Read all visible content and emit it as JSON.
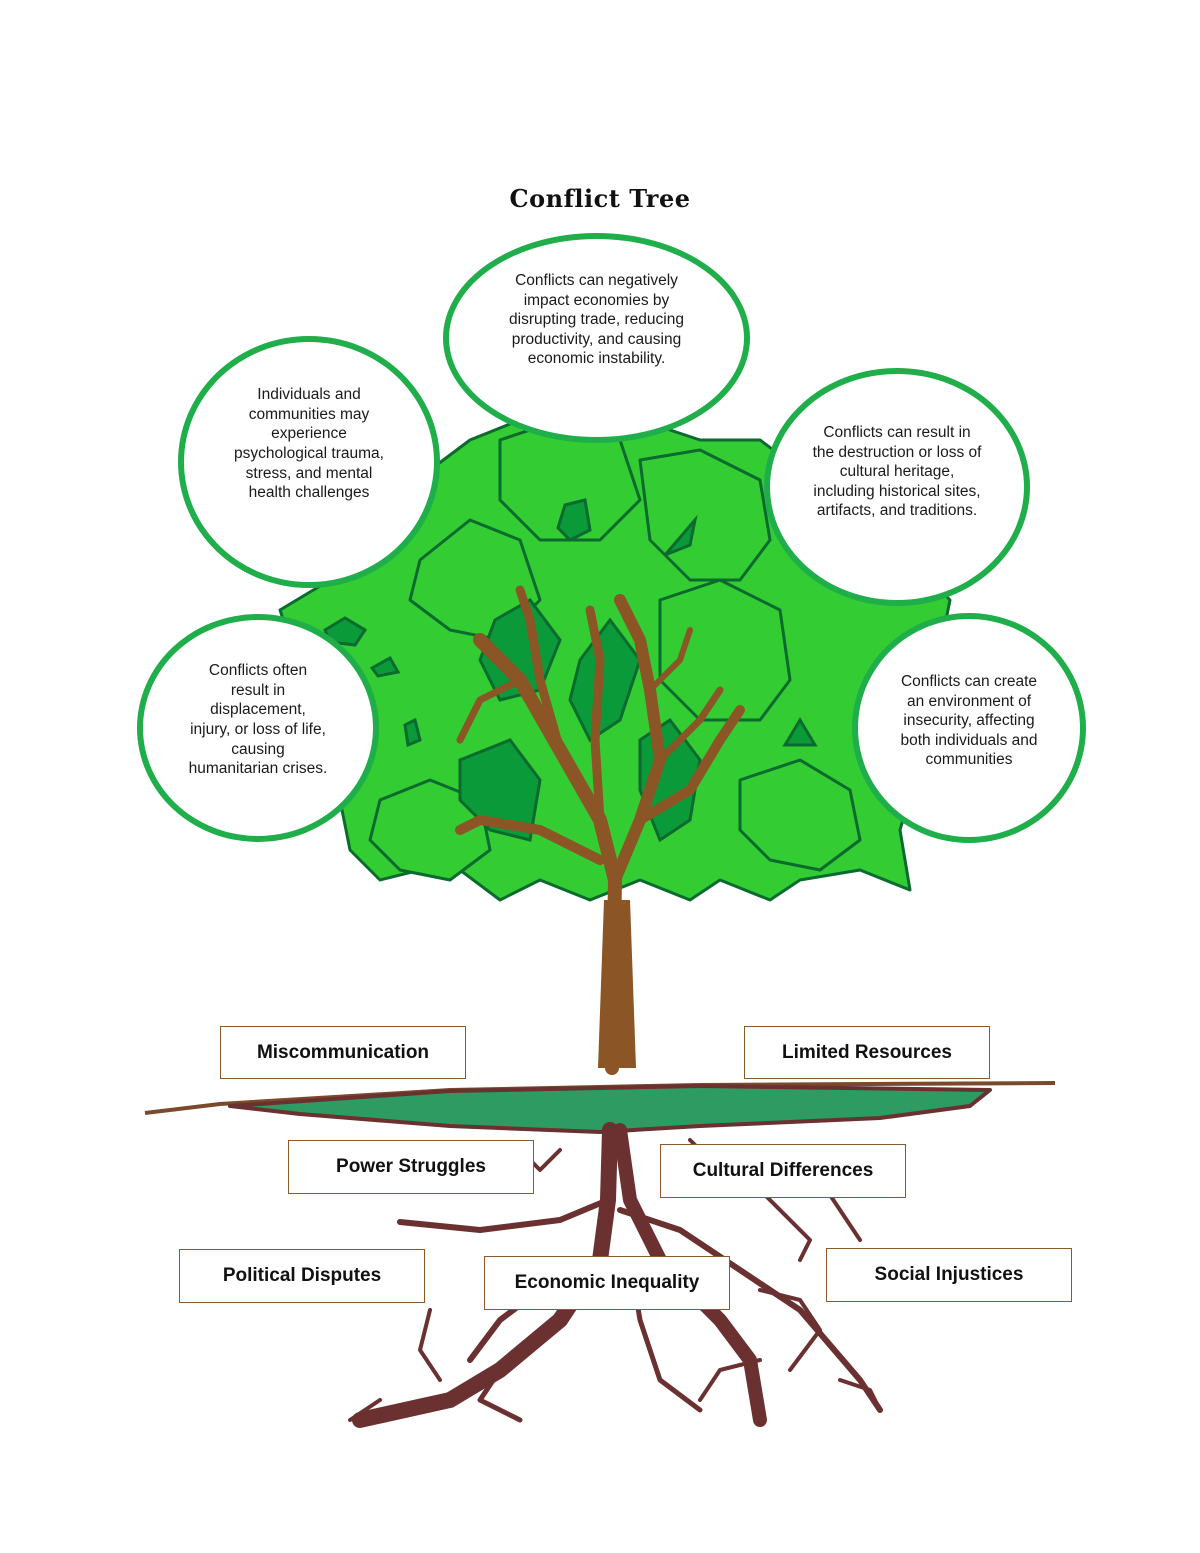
{
  "title": "Conflict Tree",
  "colors": {
    "leaf_light": "#33cc33",
    "leaf_dark": "#0a9a3a",
    "leaf_outline": "#0b6b2e",
    "trunk": "#8b5526",
    "roots": "#6b3030",
    "ground": "#2e9b62",
    "ground_edge": "#7a4a2a",
    "bubble_border": "#1fae4a",
    "box_border": "#8a5a2b"
  },
  "effects": [
    {
      "id": "economic",
      "text": "Conflicts can negatively impact economies by disrupting trade, reducing productivity, and causing economic instability."
    },
    {
      "id": "psychological",
      "text": "Individuals and communities may experience psychological trauma, stress, and mental health challenges"
    },
    {
      "id": "cultural",
      "text": "Conflicts can result in the destruction or loss of cultural heritage, including historical sites, artifacts, and traditions."
    },
    {
      "id": "humanitarian",
      "text": "Conflicts often result in displacement, injury, or loss of life, causing humanitarian crises."
    },
    {
      "id": "insecurity",
      "text": "Conflicts can create an environment of insecurity, affecting both individuals and communities"
    }
  ],
  "causes": [
    {
      "id": "miscommunication",
      "label": "Miscommunication"
    },
    {
      "id": "limited-resources",
      "label": "Limited Resources"
    },
    {
      "id": "power-struggles",
      "label": "Power Struggles"
    },
    {
      "id": "cultural-differences",
      "label": "Cultural Differences"
    },
    {
      "id": "political-disputes",
      "label": "Political Disputes"
    },
    {
      "id": "economic-inequality",
      "label": "Economic Inequality"
    },
    {
      "id": "social-injustices",
      "label": "Social Injustices"
    }
  ]
}
